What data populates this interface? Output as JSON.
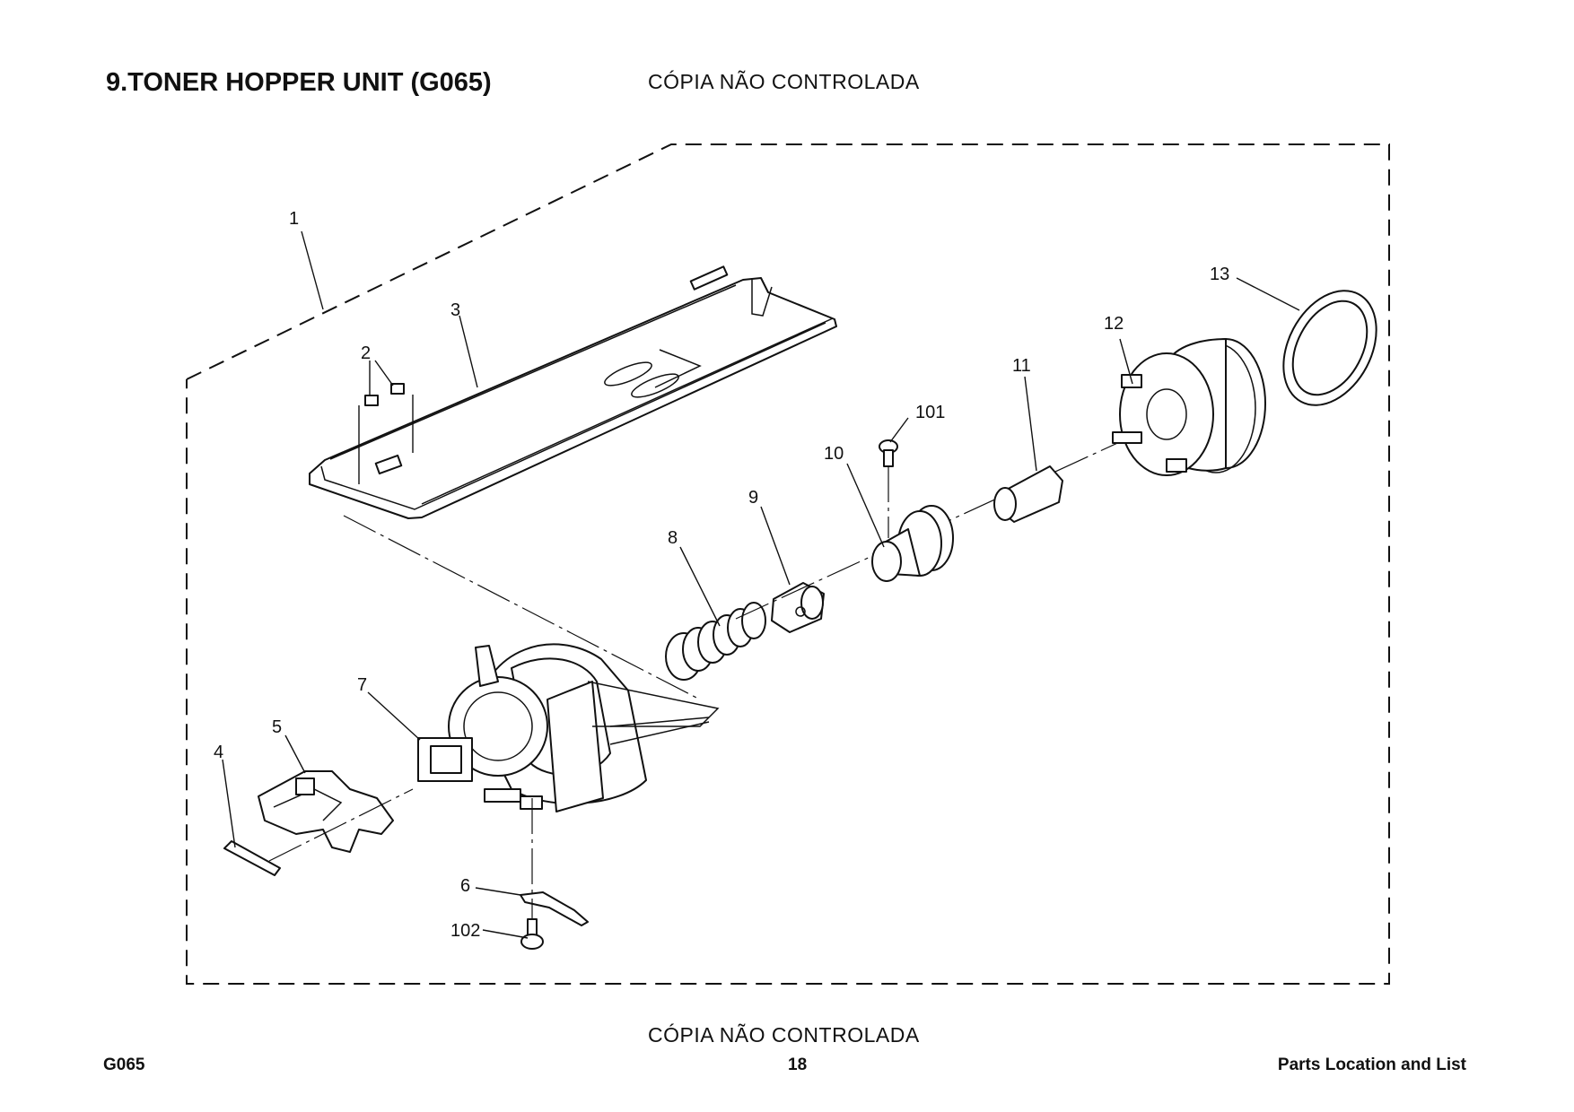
{
  "header": {
    "title": "9.TONER HOPPER UNIT (G065)",
    "watermark_top": "CÓPIA NÃO CONTROLADA"
  },
  "footer": {
    "watermark_bottom": "CÓPIA NÃO CONTROLADA",
    "model": "G065",
    "page_number": "18",
    "section": "Parts Location and List"
  },
  "callouts": {
    "c1": "1",
    "c2": "2",
    "c3": "3",
    "c4": "4",
    "c5": "5",
    "c6": "6",
    "c7": "7",
    "c8": "8",
    "c9": "9",
    "c10": "10",
    "c11": "11",
    "c12": "12",
    "c13": "13",
    "c101": "101",
    "c102": "102"
  }
}
